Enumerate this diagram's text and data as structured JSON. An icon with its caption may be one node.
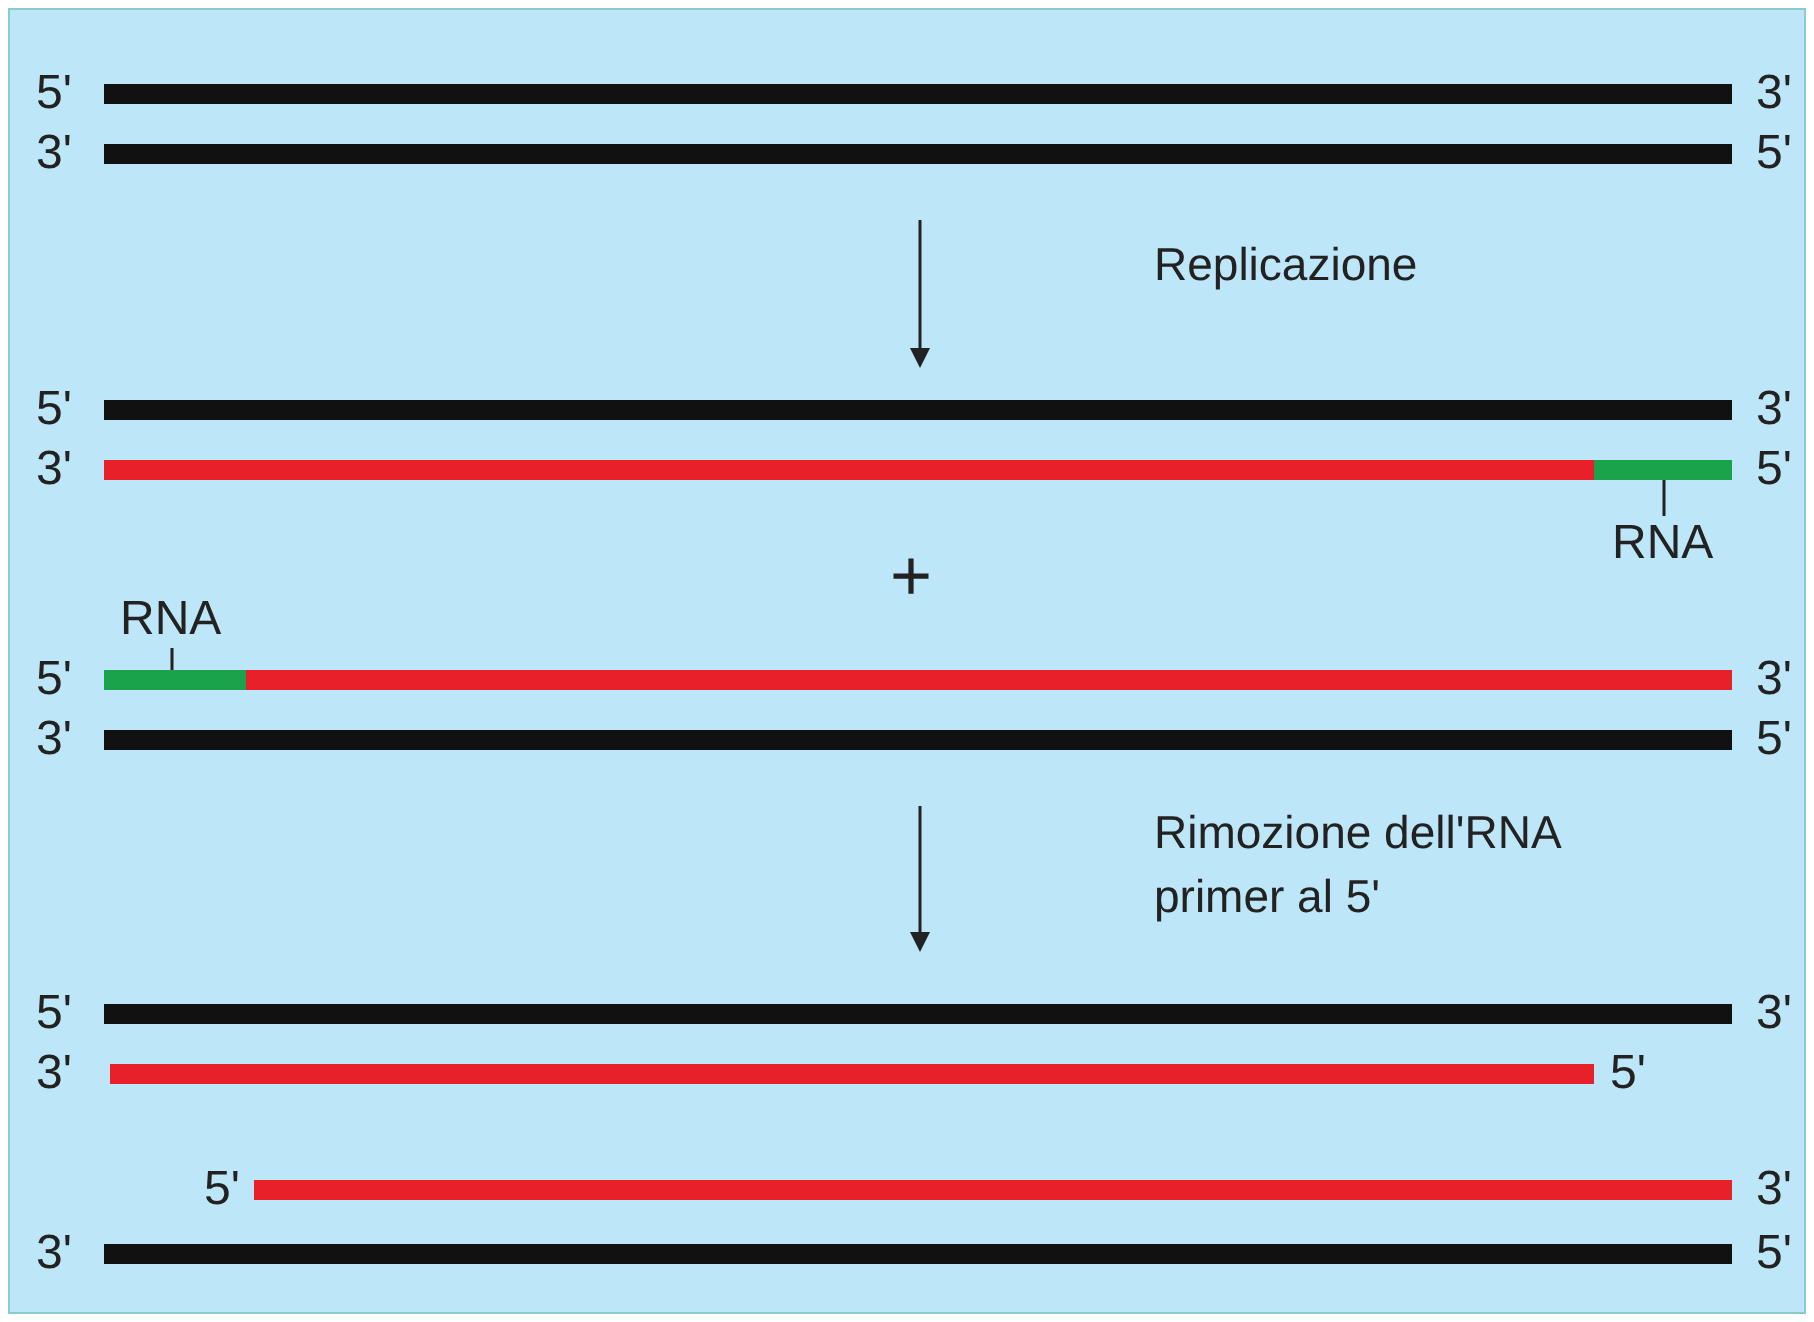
{
  "diagram": {
    "nodes": [
      {
        "text": [
          "RNA"
        ]
      },
      {
        "text": [],
        "shape": "bar"
      },
      {
        "text": [
          "RNA"
        ]
      },
      {
        "text": [],
        "shape": "bar"
      }
    ],
    "edges": [
      {
        "from": 0,
        "to": 1,
        "arrow": "none"
      },
      {
        "from": 2,
        "to": 3,
        "arrow": "none"
      }
    ],
    "labels": [
      "5'",
      "3'",
      "3'",
      "5'",
      "Replicazione",
      "5'",
      "3'",
      "3'",
      "5'",
      "+",
      "5'",
      "3'",
      "3'",
      "5'",
      "Rimozione dell'RNA primer al 5'",
      "5'",
      "3'",
      "3'",
      "5'",
      "5'",
      "3'",
      "3'",
      "5'"
    ]
  }
}
